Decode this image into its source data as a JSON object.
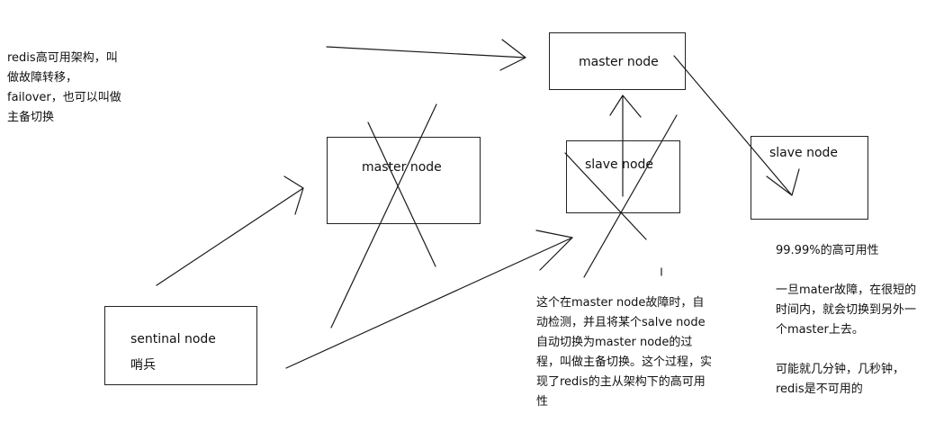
{
  "intro_note": {
    "lines": [
      "redis高可用架构，叫",
      "做故障转移，",
      "failover，也可以叫做",
      "主备切换"
    ]
  },
  "nodes": {
    "master_top": "master node",
    "master_crossed": "master node",
    "slave_crossed": "slave node",
    "slave_right": "slave node",
    "sentinal": {
      "line1": "sentinal node",
      "line2": "哨兵"
    }
  },
  "failover_note": {
    "lines": [
      "这个在master node故障时，自",
      "动检测，并且将某个salve node",
      "自动切换为master node的过",
      "程，叫做主备切换。这个过程，实",
      "现了redis的主从架构下的高可用",
      "性"
    ]
  },
  "availability_note": {
    "title": "99.99%的高可用性",
    "lines": [
      "一旦mater故障，在很短的",
      "时间内，就会切换到另外一",
      "个master上去。"
    ],
    "lines2": [
      "可能就几分钟，几秒钟，",
      "redis是不可用的"
    ]
  }
}
